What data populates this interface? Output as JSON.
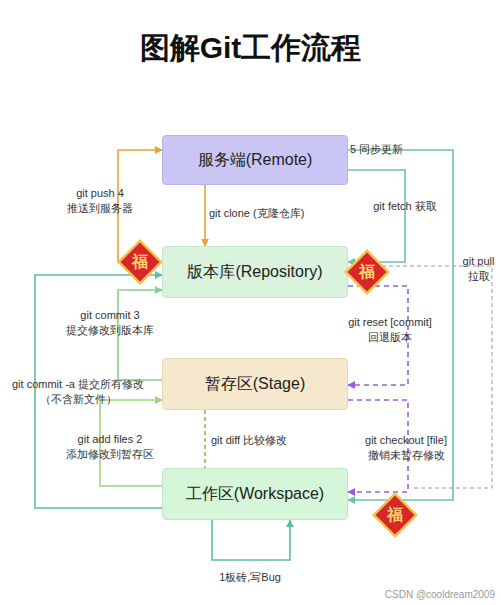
{
  "diagram": {
    "title": "图解Git工作流程",
    "nodes": [
      {
        "text": [
          "服务端(Remote)"
        ]
      },
      {
        "text": [
          "版本库(Repository)"
        ]
      },
      {
        "text": [
          "暂存区(Stage)"
        ]
      },
      {
        "text": [
          "工作区(Workspace)"
        ]
      }
    ],
    "edges": [
      {
        "from": 1,
        "to": 0,
        "arrow": "to",
        "label": "git push 4 推送到服务器"
      },
      {
        "from": 0,
        "to": 1,
        "arrow": "to",
        "label": "git clone (克隆仓库)"
      },
      {
        "from": 0,
        "to": 1,
        "arrow": "to",
        "label": "git fetch 获取"
      },
      {
        "from": 0,
        "to": 3,
        "arrow": "to",
        "label": "git pull 拉取"
      },
      {
        "from": 1,
        "to": 2,
        "arrow": "to",
        "label": "git reset [commit] 回退版本"
      },
      {
        "from": 2,
        "to": 1,
        "arrow": "to",
        "label": "git commit 3 提交修改到版本库"
      },
      {
        "from": 3,
        "to": 1,
        "arrow": "to",
        "label": "git commit -a 提交所有修改（不含新文件）"
      },
      {
        "from": 3,
        "to": 2,
        "arrow": "to",
        "label": "git add files 2 添加修改到暂存区"
      },
      {
        "from": 2,
        "to": 3,
        "arrow": "none",
        "label": "git diff 比较修改"
      },
      {
        "from": 2,
        "to": 3,
        "arrow": "to",
        "label": "git checkout [file] 撤销未暂存修改"
      },
      {
        "from": 3,
        "to": 3,
        "arrow": "to",
        "label": "1板砖,写Bug"
      }
    ],
    "labels": [
      "5 同步更新",
      "福",
      "福",
      "福",
      "CSDN @cooldream2009"
    ]
  }
}
